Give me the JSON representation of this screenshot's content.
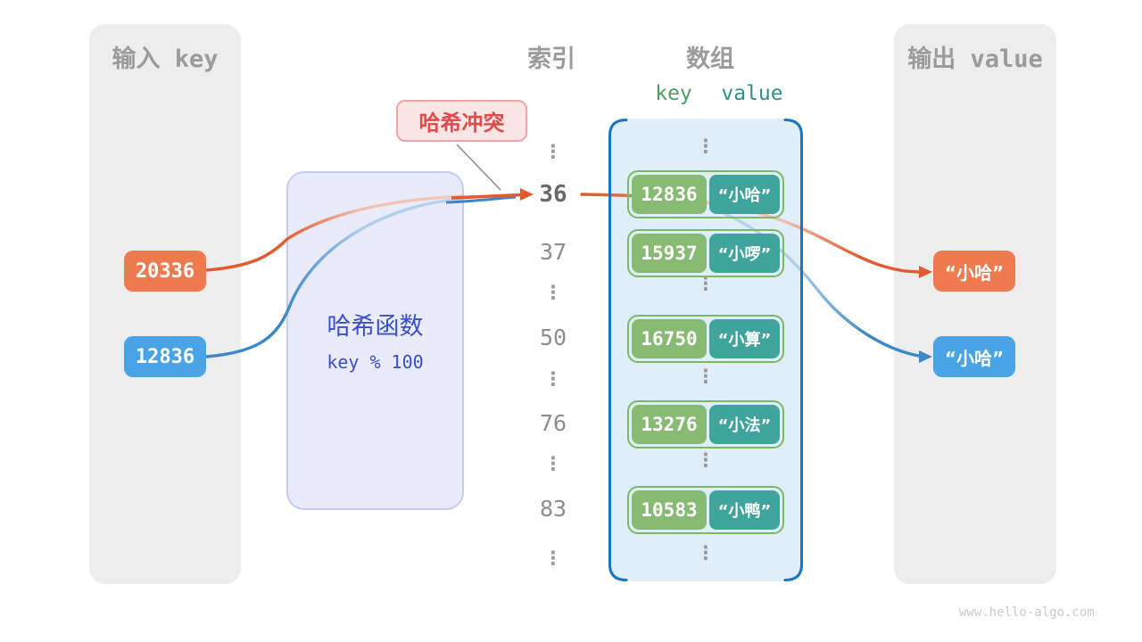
{
  "input_panel": {
    "title": "输入 key",
    "keys": [
      {
        "label": "20336",
        "color": "#EE7B4F"
      },
      {
        "label": "12836",
        "color": "#49A4E6"
      }
    ]
  },
  "hash_box": {
    "title": "哈希函数",
    "formula": "key % 100"
  },
  "collision_badge": {
    "label": "哈希冲突"
  },
  "index_column": {
    "title": "索引",
    "items": [
      "⋮",
      "36",
      "37",
      "⋮",
      "50",
      "⋮",
      "76",
      "⋮",
      "83",
      "⋮"
    ]
  },
  "array_panel": {
    "title": "数组",
    "key_header": "key",
    "value_header": "value",
    "ellipsis": "⋮",
    "entries": [
      {
        "key": "12836",
        "value": "“小哈”"
      },
      {
        "key": "15937",
        "value": "“小啰”"
      },
      {
        "key": "16750",
        "value": "“小算”"
      },
      {
        "key": "13276",
        "value": "“小法”"
      },
      {
        "key": "10583",
        "value": "“小鸭”"
      }
    ]
  },
  "output_panel": {
    "title": "输出 value",
    "values": [
      {
        "label": "“小哈”",
        "color": "#EE7B4F"
      },
      {
        "label": "“小哈”",
        "color": "#49A4E6"
      }
    ]
  },
  "watermark": "www.hello-algo.com",
  "colors": {
    "arrow_orange": "#E25A2E",
    "arrow_orange_faded": "#F3C0AF",
    "arrow_blue": "#3A88C9",
    "arrow_blue_faded": "#AECFE9",
    "key_box_green": "#87BB73",
    "value_box_teal": "#3FA49B",
    "entry_border_green": "#79BA66",
    "array_fill": "#DFEEF9",
    "array_border": "#1B76C0",
    "hash_fill": "#E9EBFA",
    "hash_text": "#3A50C9",
    "badge_fill": "#FBE6E6",
    "badge_text": "#E14B4B",
    "panel_gray": "#EDEDEE",
    "heading_gray": "#9B9B9B"
  }
}
